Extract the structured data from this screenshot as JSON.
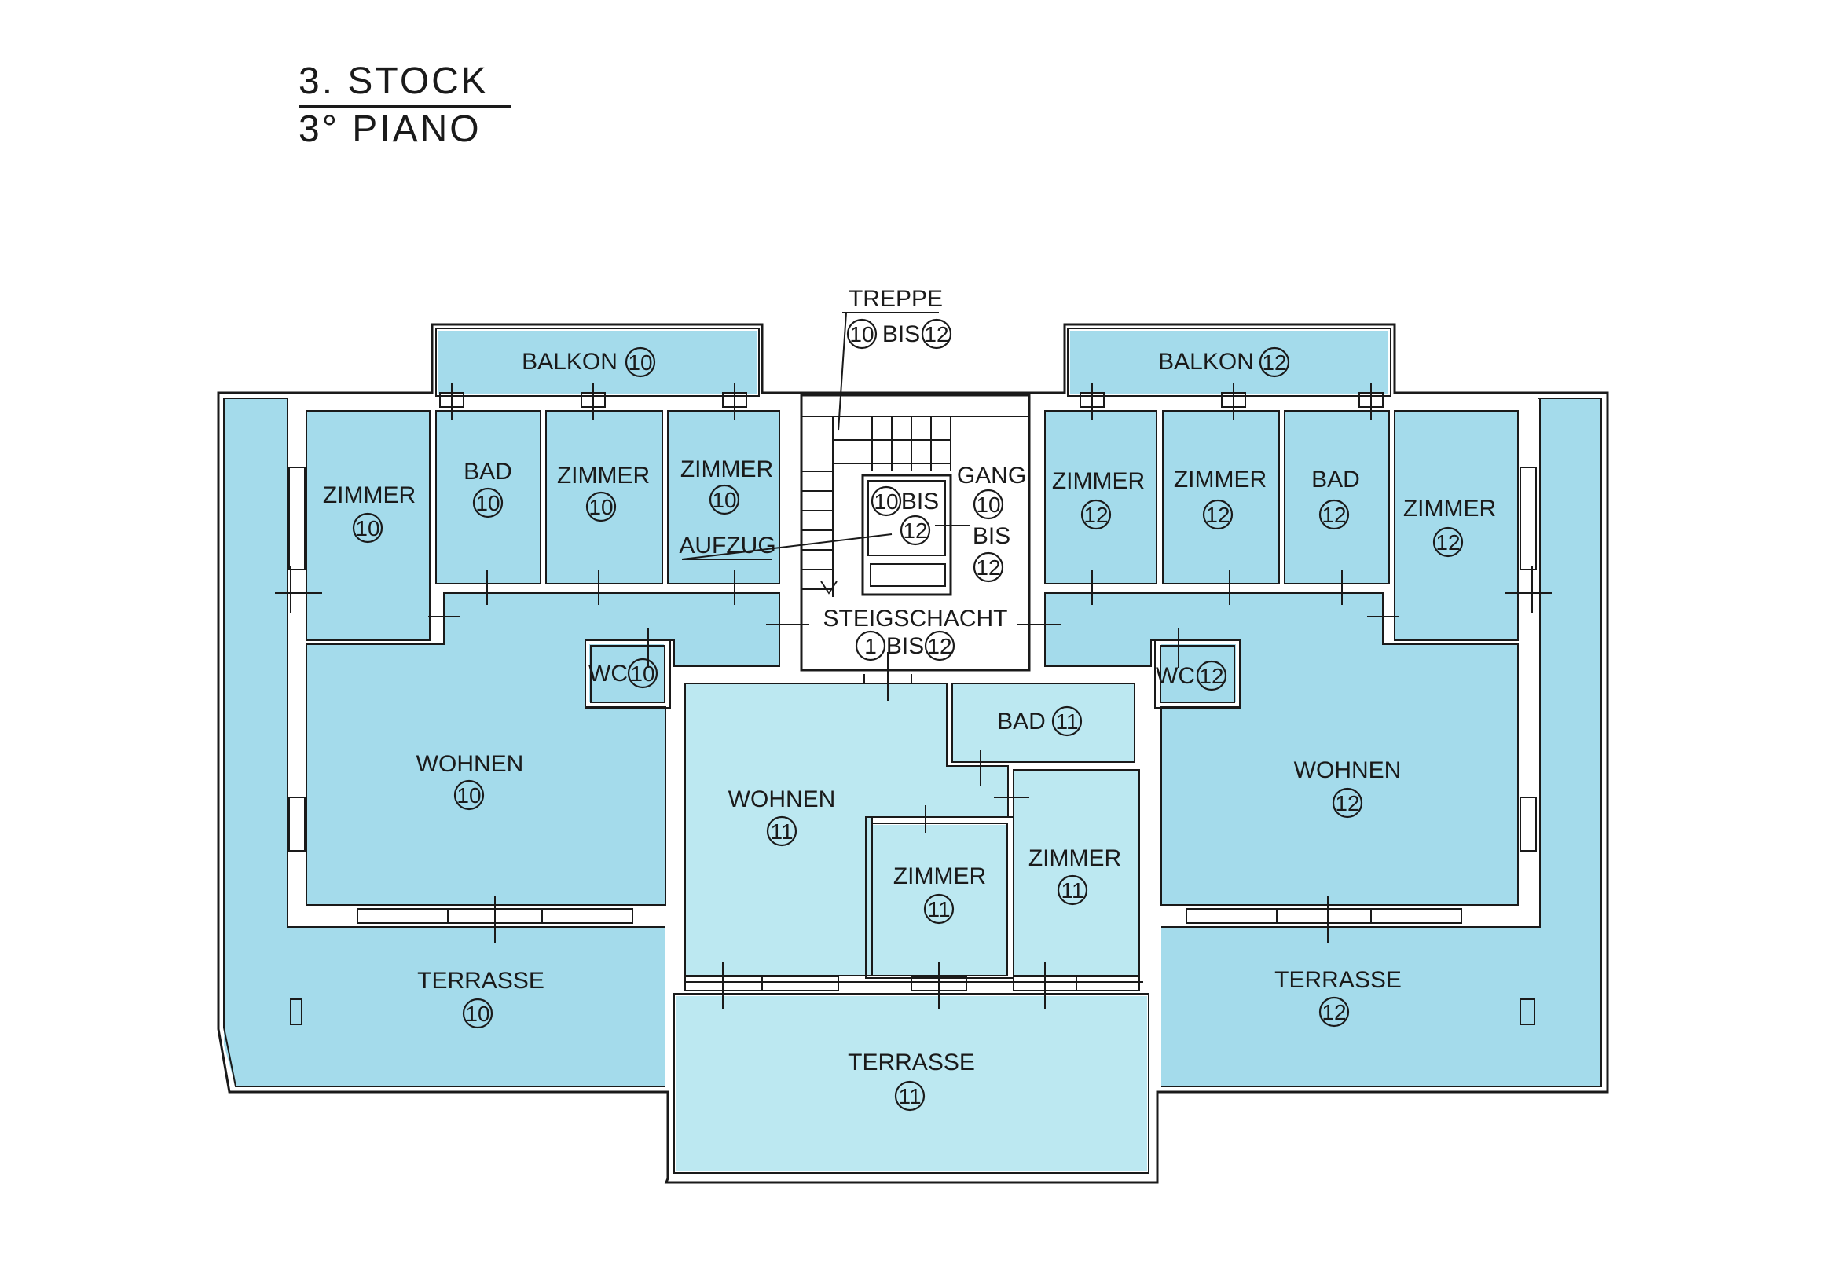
{
  "title": {
    "line1": "3.  STOCK",
    "line2": "3°  PIANO"
  },
  "colors": {
    "unit_a": "#a4dbeb",
    "unit_b": "#bce8f1",
    "wall": "#1a1a1a",
    "background": "#ffffff"
  },
  "labels": {
    "treppe": "TREPPE",
    "bis": "BIS",
    "aufzug": "AUFZUG",
    "gang": "GANG",
    "steigschacht": "STEIGSCHACHT",
    "balkon": "BALKON",
    "zimmer": "ZIMMER",
    "bad": "BAD",
    "wc": "WC",
    "wohnen": "WOHNEN",
    "terrasse": "TERRASSE"
  },
  "units": {
    "u10": "10",
    "u11": "11",
    "u12": "12",
    "u1": "1"
  }
}
